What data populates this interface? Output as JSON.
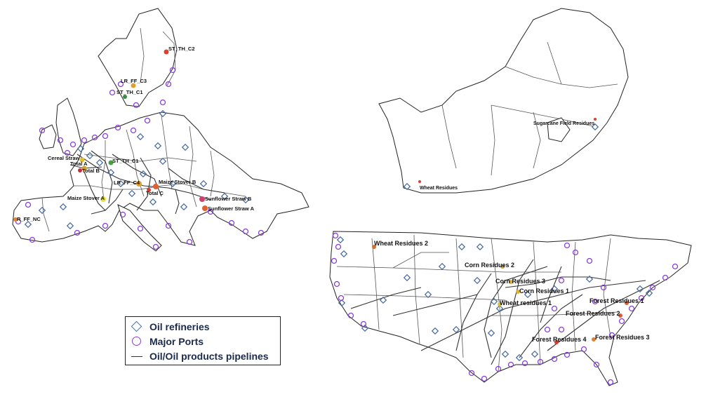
{
  "legend": {
    "refineries": "Oil refineries",
    "ports": "Major Ports",
    "pipelines": "Oil/Oil products pipelines"
  },
  "colors": {
    "refinery": "#4a6fa0",
    "port": "#8a3fd0",
    "pipeline": "#333333"
  },
  "europe_labels": [
    "ST_TH_C2",
    "LR_FF_C3",
    "ST_TH_C1",
    "Cereal Straw",
    "Total A",
    "Total B",
    "ST_TH_C1",
    "LR_FF_C4",
    "Maize Stover B",
    "Total C",
    "Maize Stover A",
    "Sunflower Straw B",
    "Sunflower Straw A",
    "R_FF_NC"
  ],
  "south_africa_labels": [
    "Sugarcane Field Residues",
    "Wheat Residues"
  ],
  "usa_labels": [
    "Wheat Residues 2",
    "Corn Residues 2",
    "Corn Residues 3",
    "Corn Residues 1",
    "Wheat residues 1",
    "Forest Residues 1",
    "Forest Residues 2",
    "Forest Residues 4",
    "Forest Residues 3"
  ]
}
